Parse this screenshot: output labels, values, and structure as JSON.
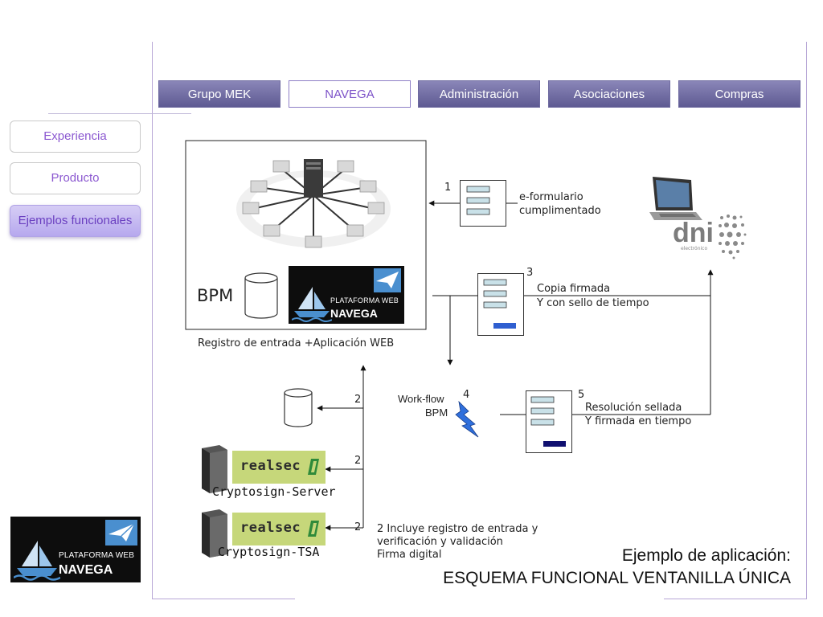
{
  "nav": {
    "tabs": [
      "Grupo MEK",
      "NAVEGA",
      "Administración",
      "Asociaciones",
      "Compras"
    ],
    "active_index": 1
  },
  "sidebar": {
    "items": [
      "Experiencia",
      "Producto",
      "Ejemplos funcionales"
    ],
    "active_index": 2
  },
  "diagram": {
    "bpm_label": "BPM",
    "registro_label": "Registro de entrada +Aplicación WEB",
    "logo_small": "PLATAFORMA WEB",
    "logo_big": "NAVEGA",
    "step1_num": "1",
    "step1_label": [
      "e-formulario",
      "cumplimentado"
    ],
    "step3_num": "3",
    "step3_label": [
      "Copia firmada",
      "Y con sello de tiempo"
    ],
    "step4_num": "4",
    "step4_label": [
      "Work-flow",
      "BPM"
    ],
    "step5_num": "5",
    "step5_label": [
      "Resolución sellada",
      "Y firmada en tiempo"
    ],
    "step2_num": "2",
    "realsec_text": "realsec",
    "server1_label": "Cryptosign-Server",
    "server2_label": "Cryptosign-TSA",
    "note_lines": [
      "2 Incluye registro de entrada y",
      "verificación y validación",
      "Firma digital"
    ],
    "dni_text": "dni",
    "dni_sub": "electrónico"
  },
  "footer": {
    "title_line1": "Ejemplo de aplicación:",
    "title_line2": "ESQUEMA FUNCIONAL VENTANILLA ÚNICA"
  },
  "colors": {
    "tab_bg": "#6e6aa0",
    "accent_text": "#8b58d0",
    "frame": "#b7a6d6",
    "realsec_bg": "#c6d77a",
    "bolt": "#2f6fdc"
  }
}
